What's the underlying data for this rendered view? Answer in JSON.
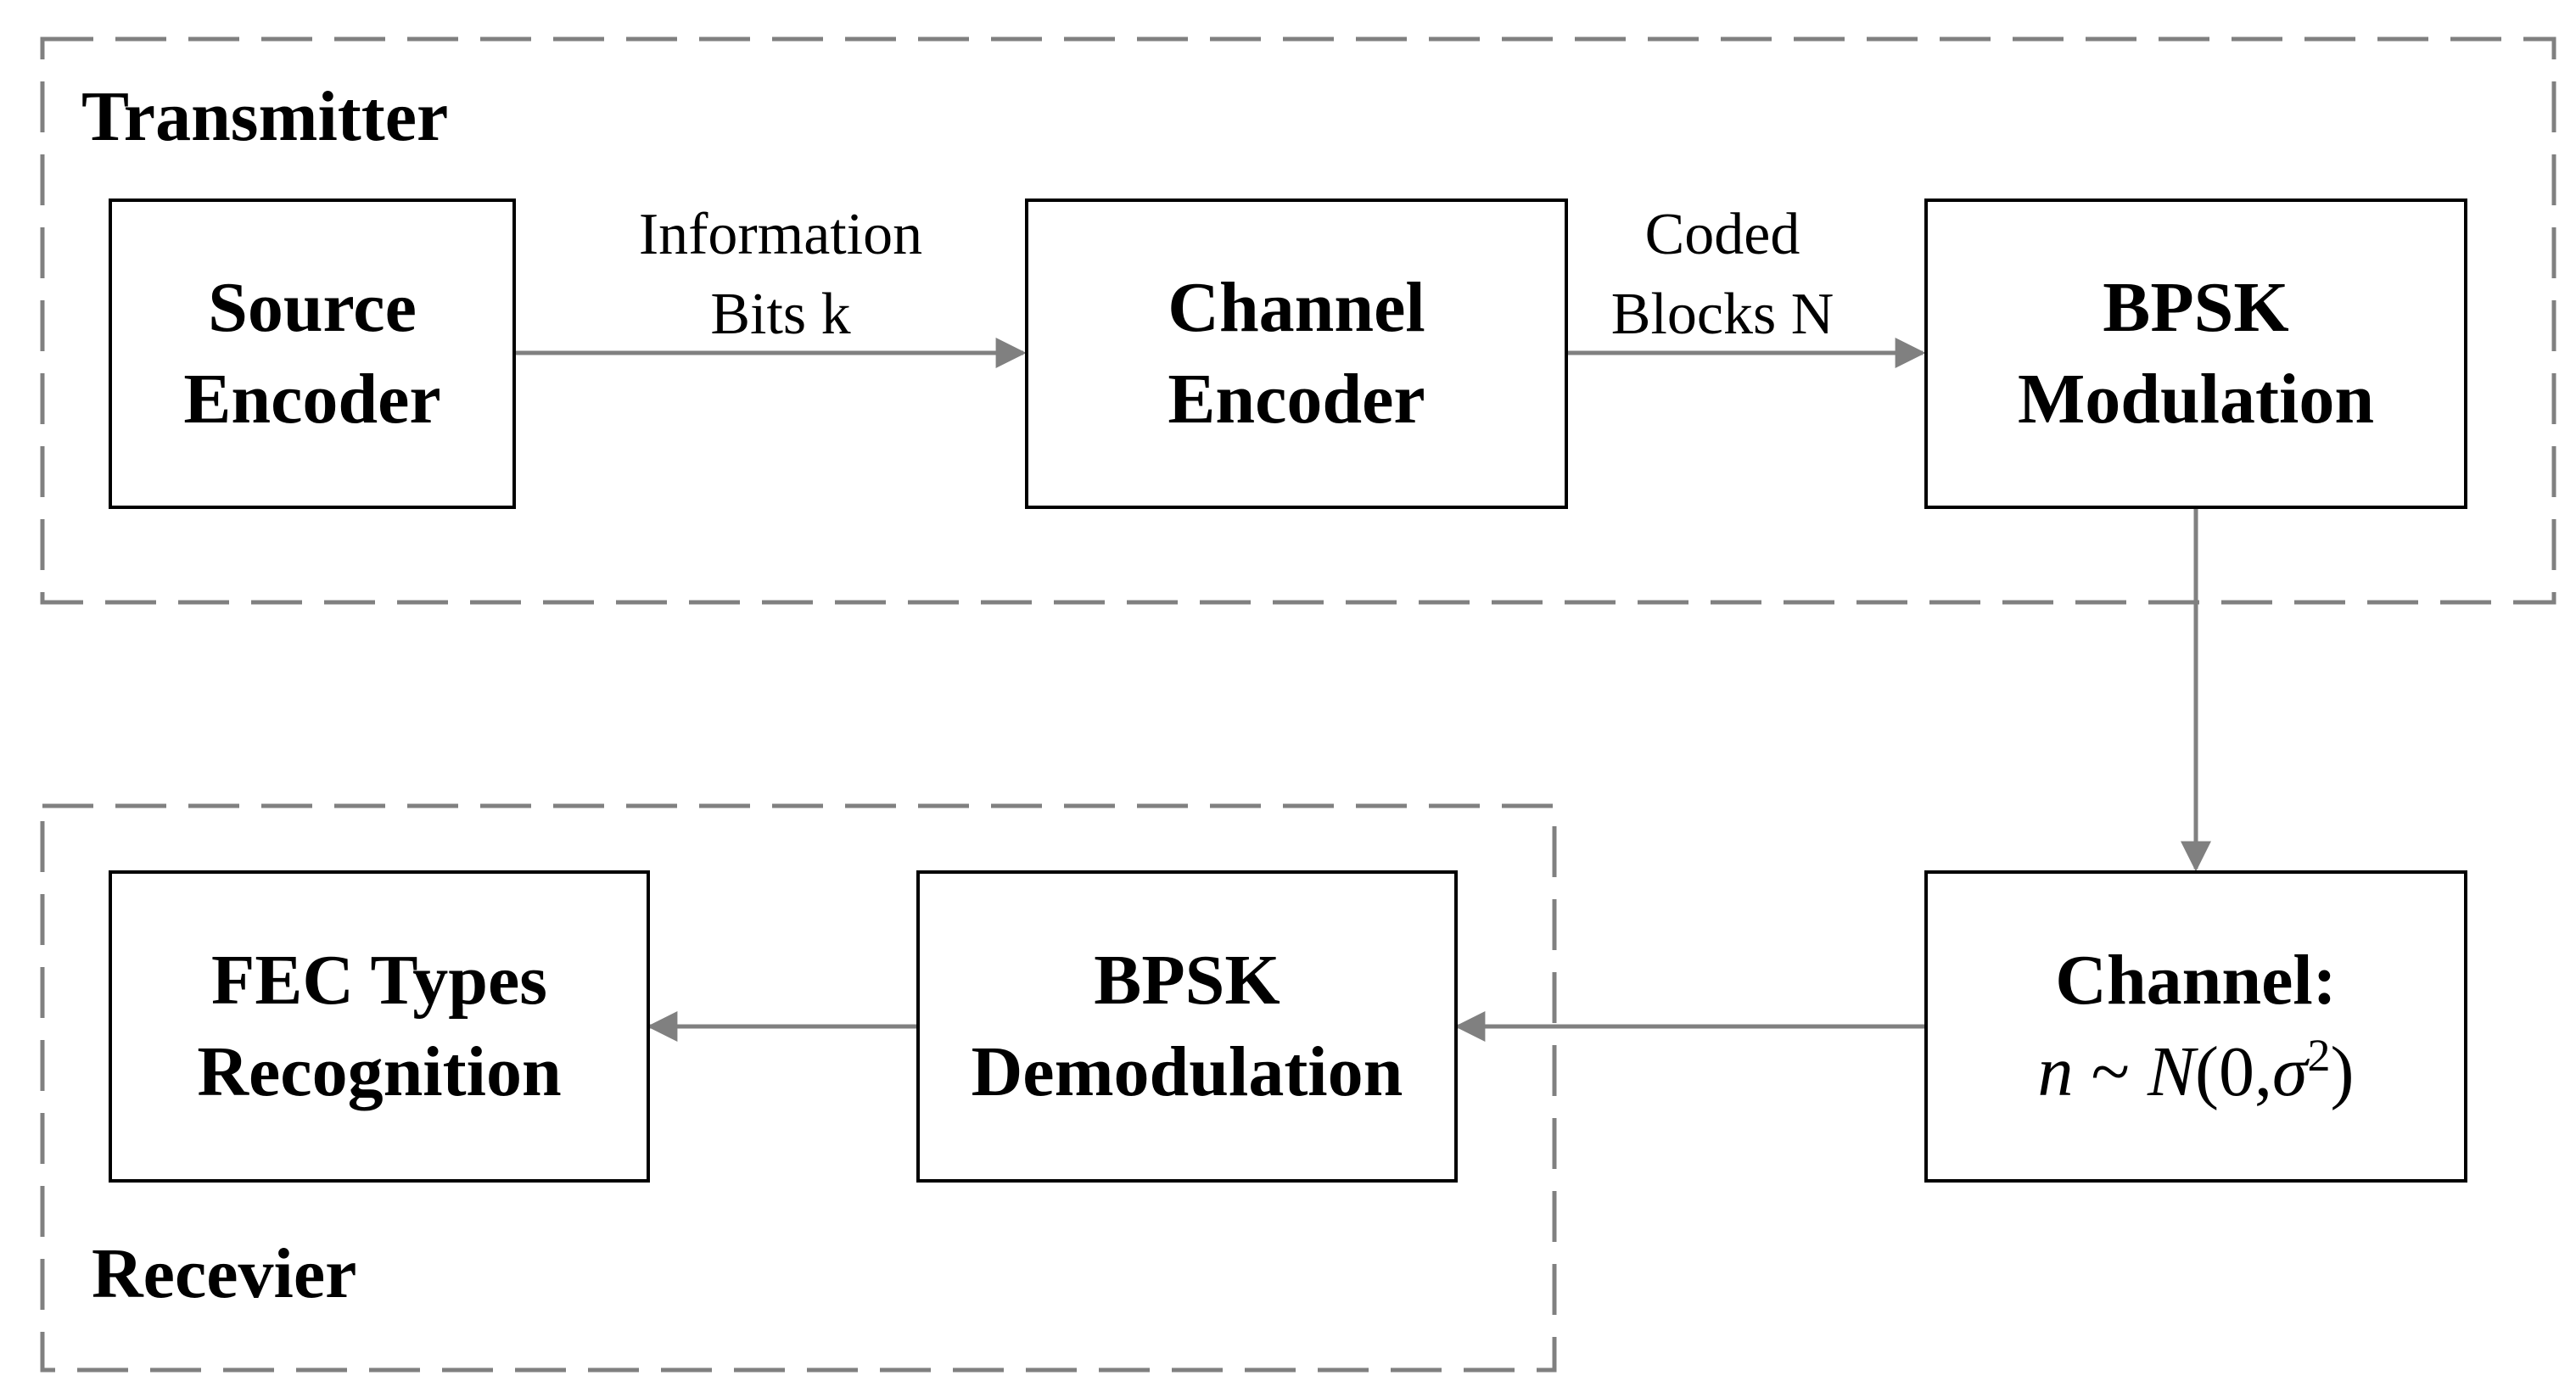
{
  "groups": {
    "transmitter": {
      "label": "Transmitter"
    },
    "receiver": {
      "label": "Recevier"
    }
  },
  "blocks": {
    "source_encoder": {
      "line1": "Source",
      "line2": "Encoder"
    },
    "channel_encoder": {
      "line1": "Channel",
      "line2": "Encoder"
    },
    "bpsk_modulation": {
      "line1": "BPSK",
      "line2": "Modulation"
    },
    "channel": {
      "line1": "Channel:",
      "formula": {
        "n": "n",
        "tilde": " ~ ",
        "N": "N",
        "open": "(0,",
        "sigma": "σ",
        "exp": "2",
        "close": ")"
      }
    },
    "bpsk_demodulation": {
      "line1": "BPSK",
      "line2": "Demodulation"
    },
    "fec_recognition": {
      "line1": "FEC Types",
      "line2": "Recognition"
    }
  },
  "edge_labels": {
    "information_bits": {
      "line1": "Information",
      "line2": "Bits k"
    },
    "coded_blocks": {
      "line1": "Coded",
      "line2": "Blocks N"
    }
  },
  "colors": {
    "arrow": "#808080",
    "dashed_border": "#808080",
    "block_border": "#000000"
  }
}
